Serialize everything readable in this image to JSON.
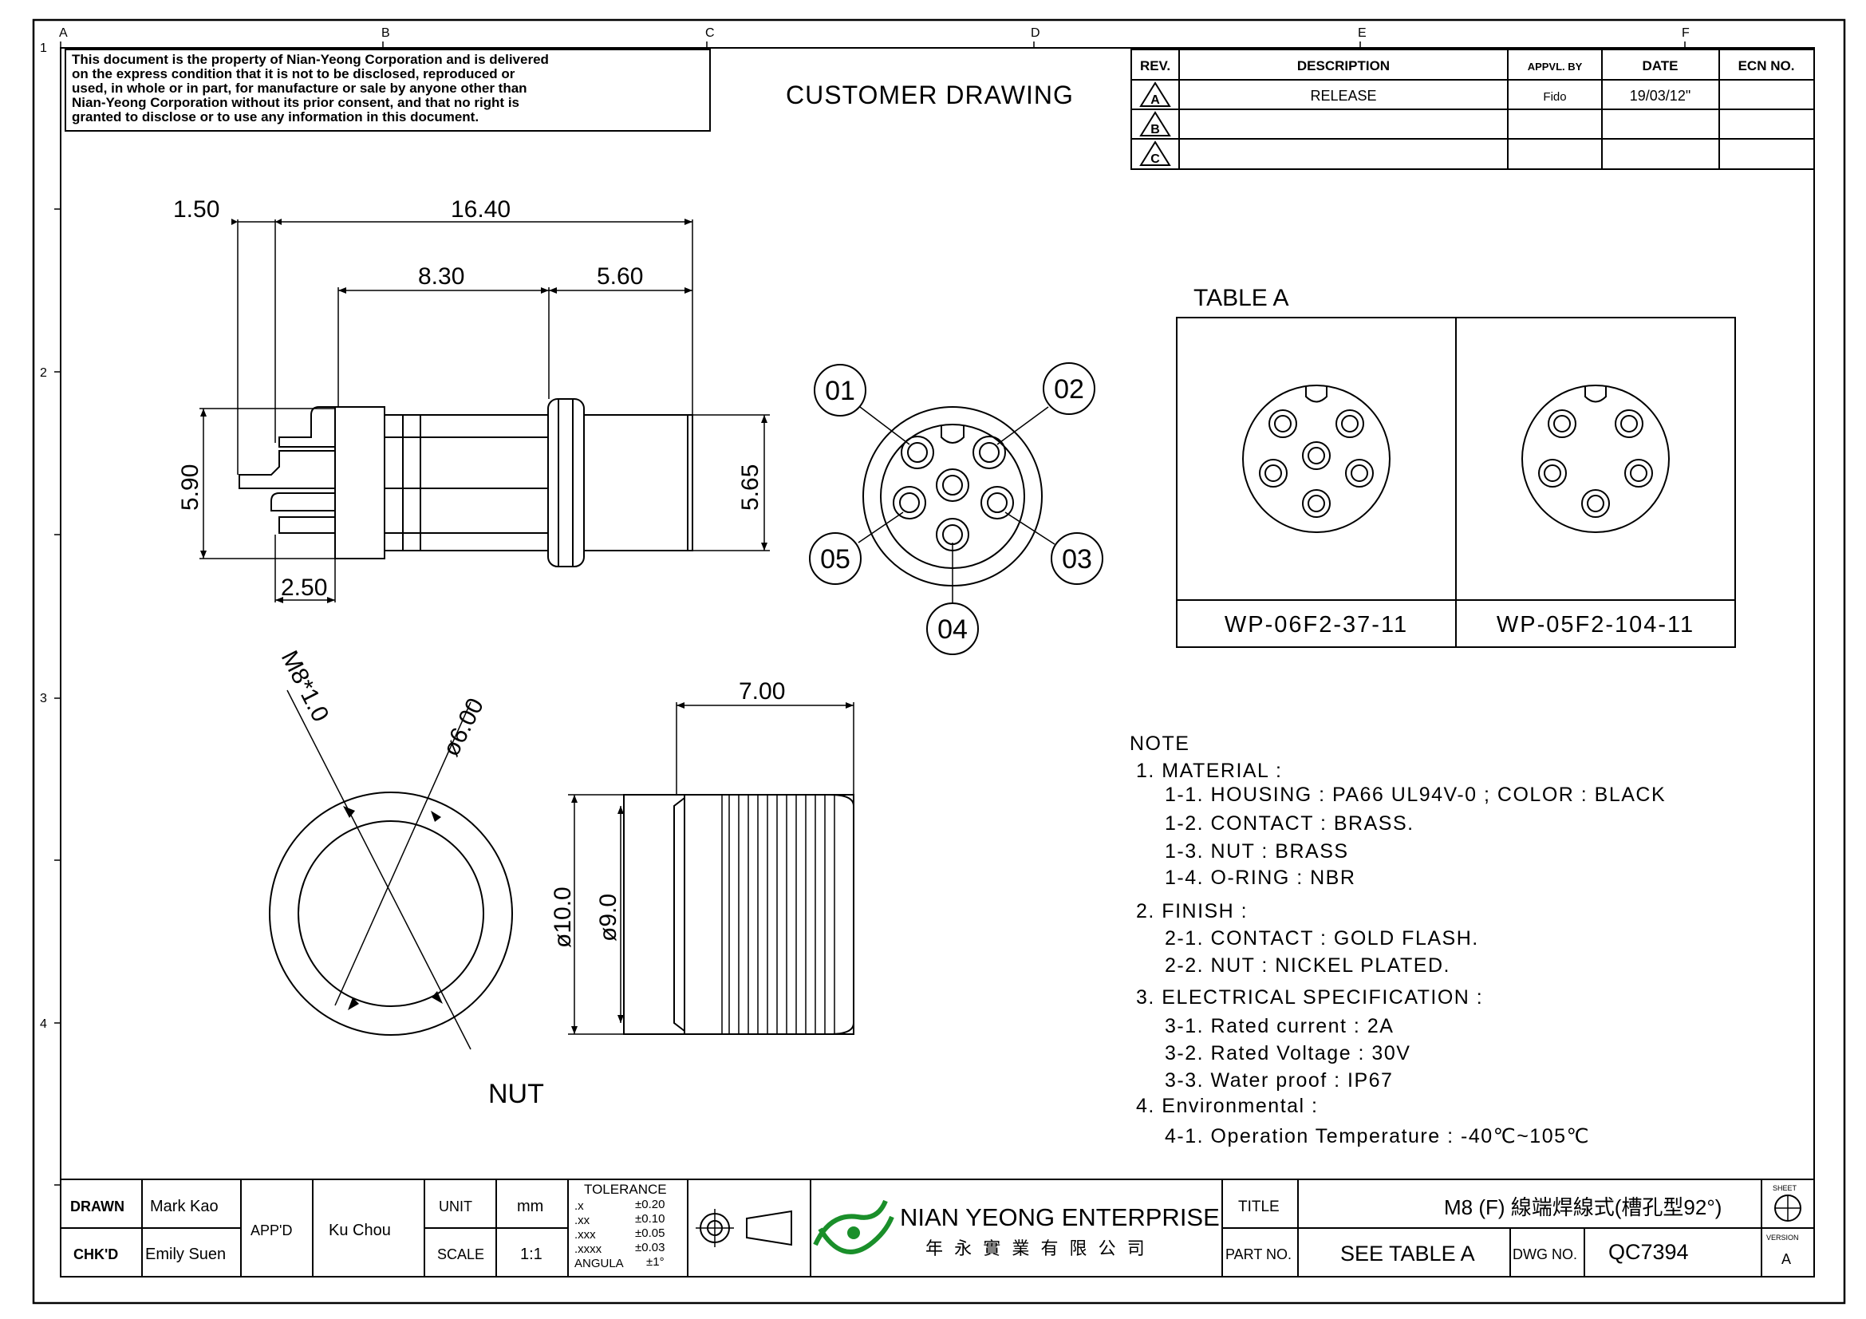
{
  "notice": [
    "This document is the property of Nian-Yeong Corporation and is delivered",
    "on  the  express condition that it is not to be disclosed, reproduced or",
    "used, in whole or in part, for manufacture or sale by anyone other than",
    "Nian-Yeong Corporation without  its prior consent, and that  no right  is",
    "granted to disclose or to use any information in this  document."
  ],
  "header_title": "CUSTOMER  DRAWING",
  "grid": {
    "cols": [
      "A",
      "B",
      "C",
      "D",
      "E",
      "F"
    ],
    "rows": [
      "1",
      "2",
      "3",
      "4"
    ]
  },
  "revision": {
    "headers": [
      "REV.",
      "DESCRIPTION",
      "APPVL. BY",
      "DATE",
      "ECN NO."
    ],
    "rows": [
      {
        "rev": "A",
        "description": "RELEASE",
        "appvl": "Fido",
        "date": "19/03/12\"",
        "ecn": ""
      },
      {
        "rev": "B",
        "description": "",
        "appvl": "",
        "date": "",
        "ecn": ""
      },
      {
        "rev": "C",
        "description": "",
        "appvl": "",
        "date": "",
        "ecn": ""
      }
    ]
  },
  "dims": {
    "d1": "1.50",
    "d2": "16.40",
    "d3": "8.30",
    "d4": "5.60",
    "d5": "5.90",
    "d6": "5.65",
    "d7": "2.50",
    "d8": "M8*1.0",
    "d9": "ø6.00",
    "d10": "7.00",
    "d11": "ø10.0",
    "d12": "ø9.0"
  },
  "pins": [
    "01",
    "02",
    "03",
    "04",
    "05"
  ],
  "nut_label": "NUT",
  "table_a": {
    "title": "TABLE  A",
    "parts": [
      "WP-06F2-37-11",
      "WP-05F2-104-11"
    ]
  },
  "notes": {
    "title": "NOTE",
    "lines": [
      "1.  MATERIAL  :",
      "1-1.  HOUSING  :  PA66  UL94V-0  ;  COLOR  :  BLACK",
      "1-2.  CONTACT  :  BRASS.",
      "1-3.  NUT  :  BRASS",
      "1-4.  O-RING  :  NBR",
      "2.  FINISH  :",
      "2-1.  CONTACT  :  GOLD  FLASH.",
      "2-2.  NUT  :  NICKEL  PLATED.",
      "3.  ELECTRICAL  SPECIFICATION  :",
      "3-1.  Rated  current  :  2A",
      "3-2.  Rated  Voltage  :  30V",
      "3-3.  Water  proof  :  IP67",
      "4.  Environmental  :",
      "4-1.  Operation  Temperature  :  -40℃~105℃"
    ]
  },
  "title_block": {
    "drawn_label": "DRAWN",
    "drawn": "Mark Kao",
    "chkd_label": "CHK'D",
    "chkd": "Emily Suen",
    "appd_label": "APP'D",
    "appd": "Ku Chou",
    "unit_label": "UNIT",
    "unit": "mm",
    "scale_label": "SCALE",
    "scale": "1:1",
    "tolerance_title": "TOLERANCE",
    "tolerance": [
      {
        "k": ".x",
        "v": "±0.20"
      },
      {
        "k": ".xx",
        "v": "±0.10"
      },
      {
        "k": ".xxx",
        "v": "±0.05"
      },
      {
        "k": ".xxxx",
        "v": "±0.03"
      },
      {
        "k": "ANGULA",
        "v": "±1°"
      }
    ],
    "company": "NIAN YEONG ENTERPRISE",
    "company_cn": "年 永 實 業 有 限 公 司",
    "title_label": "TITLE",
    "title": "M8  (F)  線端焊線式(槽孔型92°)",
    "part_label": "PART NO.",
    "part": "SEE  TABLE  A",
    "dwg_label": "DWG NO.",
    "dwg": "QC7394",
    "sheet_label": "SHEET",
    "version_label": "VERSION",
    "version": "A"
  }
}
